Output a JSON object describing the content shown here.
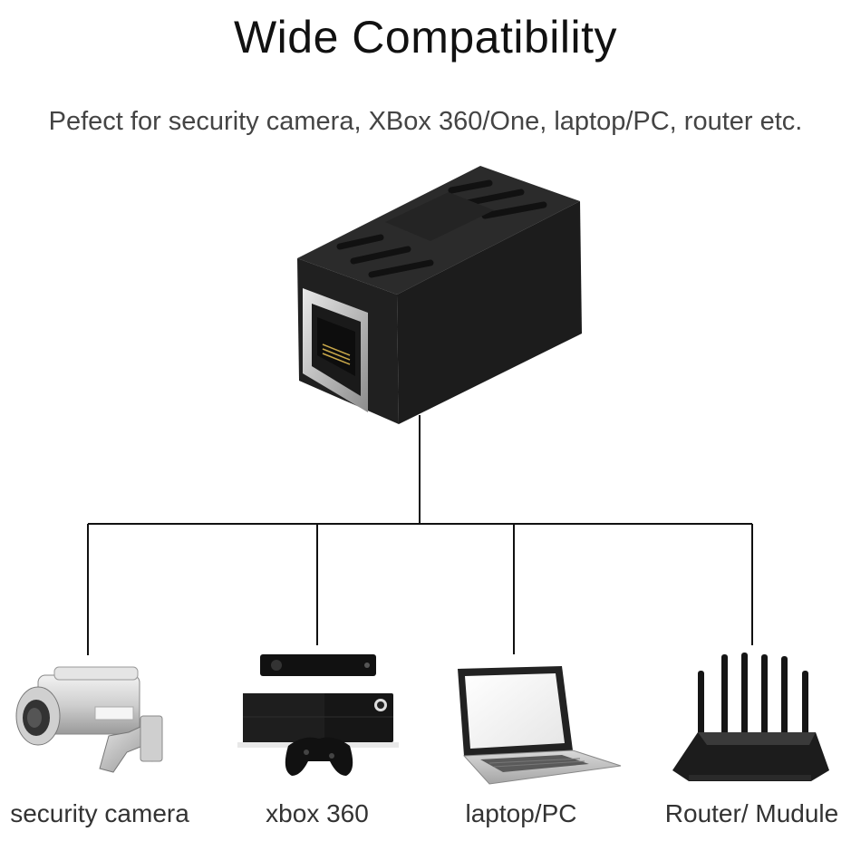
{
  "header": {
    "title": "Wide Compatibility",
    "subtitle": "Pefect for security camera, XBox 360/One, laptop/PC, router etc."
  },
  "devices": [
    {
      "label": "security camera",
      "icon": "security-camera-icon"
    },
    {
      "label": "xbox 360",
      "icon": "game-console-icon"
    },
    {
      "label": "laptop/PC",
      "icon": "laptop-icon"
    },
    {
      "label": "Router/ Mudule",
      "icon": "router-icon"
    }
  ],
  "product": {
    "icon": "rj45-coupler-icon"
  },
  "colors": {
    "line": "#111111",
    "text": "#333333",
    "background": "#ffffff"
  }
}
